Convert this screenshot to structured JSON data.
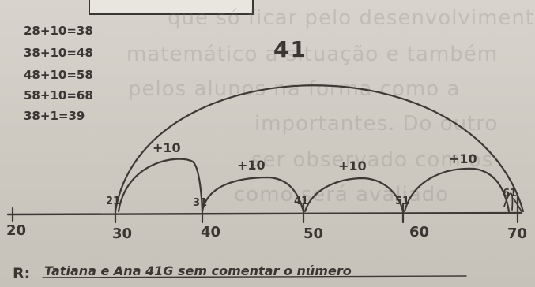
{
  "bleed_lines": [
    "que só ficar pelo desenvolvimento",
    "matemático a situação e também",
    "pelos alunos na forma como a",
    "importantes. Do outro",
    "ser observado com os",
    "como será avaliado"
  ],
  "calculations": [
    "28+10=38",
    "38+10=48",
    "48+10=58",
    "58+10=68",
    "38+1=39"
  ],
  "total_arc_label": "41",
  "step_labels": [
    "+10",
    "+10",
    "+10",
    "+10"
  ],
  "number_line": {
    "small_ticks": [
      "21",
      "31",
      "41",
      "51",
      "61"
    ],
    "labels": [
      "20",
      "30",
      "40",
      "50",
      "60",
      "70"
    ]
  },
  "answer": {
    "prefix": "R:",
    "text": "Tatiana e Ana 41G sem comentar o número"
  }
}
